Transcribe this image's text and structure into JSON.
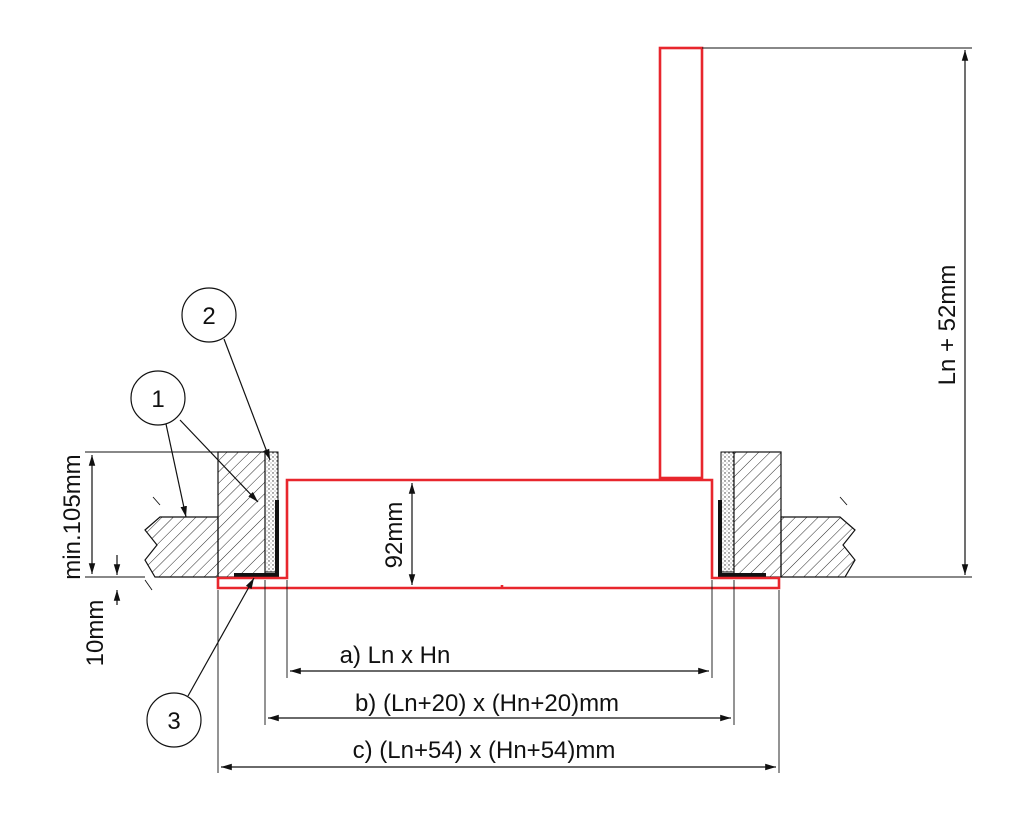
{
  "colors": {
    "frame": "#e8262d",
    "line": "#111111",
    "background": "#ffffff"
  },
  "callouts": [
    {
      "id": "1",
      "label": "1"
    },
    {
      "id": "2",
      "label": "2"
    },
    {
      "id": "3",
      "label": "3"
    }
  ],
  "dimensions": {
    "height_total": "Ln + 52mm",
    "frame_depth": "92mm",
    "min_wall": "min.105mm",
    "offset": "10mm",
    "size_a": "a) Ln x Hn",
    "size_b": "b) (Ln+20) x (Hn+20)mm",
    "size_c": "c) (Ln+54) x (Hn+54)mm"
  }
}
